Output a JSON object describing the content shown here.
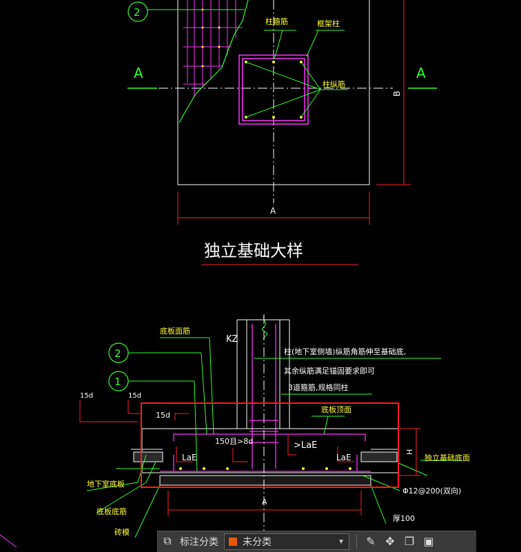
{
  "drawing": {
    "title": "独立基础大样",
    "plan": {
      "circle_label": "2",
      "section_left": "A",
      "section_right": "A",
      "label_col_rebar": "柱箍筋",
      "label_frame_col": "框架柱",
      "label_col_longbar": "柱纵筋",
      "dim_width": "A",
      "dim_height": "B"
    },
    "section": {
      "circle_2": "2",
      "circle_1": "1",
      "label_kz": "KZ",
      "label_bottom_top_bar": "底板面筋",
      "note_line1": "柱(地下室侧墙)纵筋角筋伸至基础底,",
      "note_line2": "其余纵筋满足锚固要求即可",
      "note_stirrups": "3道箍筋,规格同柱",
      "label_slab_top": "底板顶面",
      "label_15d_a": "15d",
      "label_15d_b": "15d",
      "label_15d_c": "15d",
      "label_150": "150且>8d",
      "label_lae_mid": ">LaE",
      "label_lae_left": "LaE",
      "label_lae_right": "LaE",
      "label_h": "H",
      "label_found_bottom": "独立基础底面",
      "label_rebar_spec": "Φ12@200(双向)",
      "label_thick": "厚100",
      "label_basement_floor": "地下室底板",
      "label_bottom_bar": "底板底筋",
      "label_brick": "砖模",
      "dim_a": "A"
    }
  },
  "toolbar": {
    "category_label": "标注分类",
    "selected_category": "未分类",
    "swatch_color": "#e8580c",
    "icons": [
      "group-icon",
      "edit-icon",
      "move-icon",
      "copy-icon",
      "paste-icon"
    ]
  },
  "colors": {
    "line_green": "#33ff33",
    "line_white": "#ffffff",
    "line_magenta": "#ff33ff",
    "line_yellow": "#ffff33",
    "line_red": "#ff2222",
    "highlight_box": "#ff1a1a"
  }
}
